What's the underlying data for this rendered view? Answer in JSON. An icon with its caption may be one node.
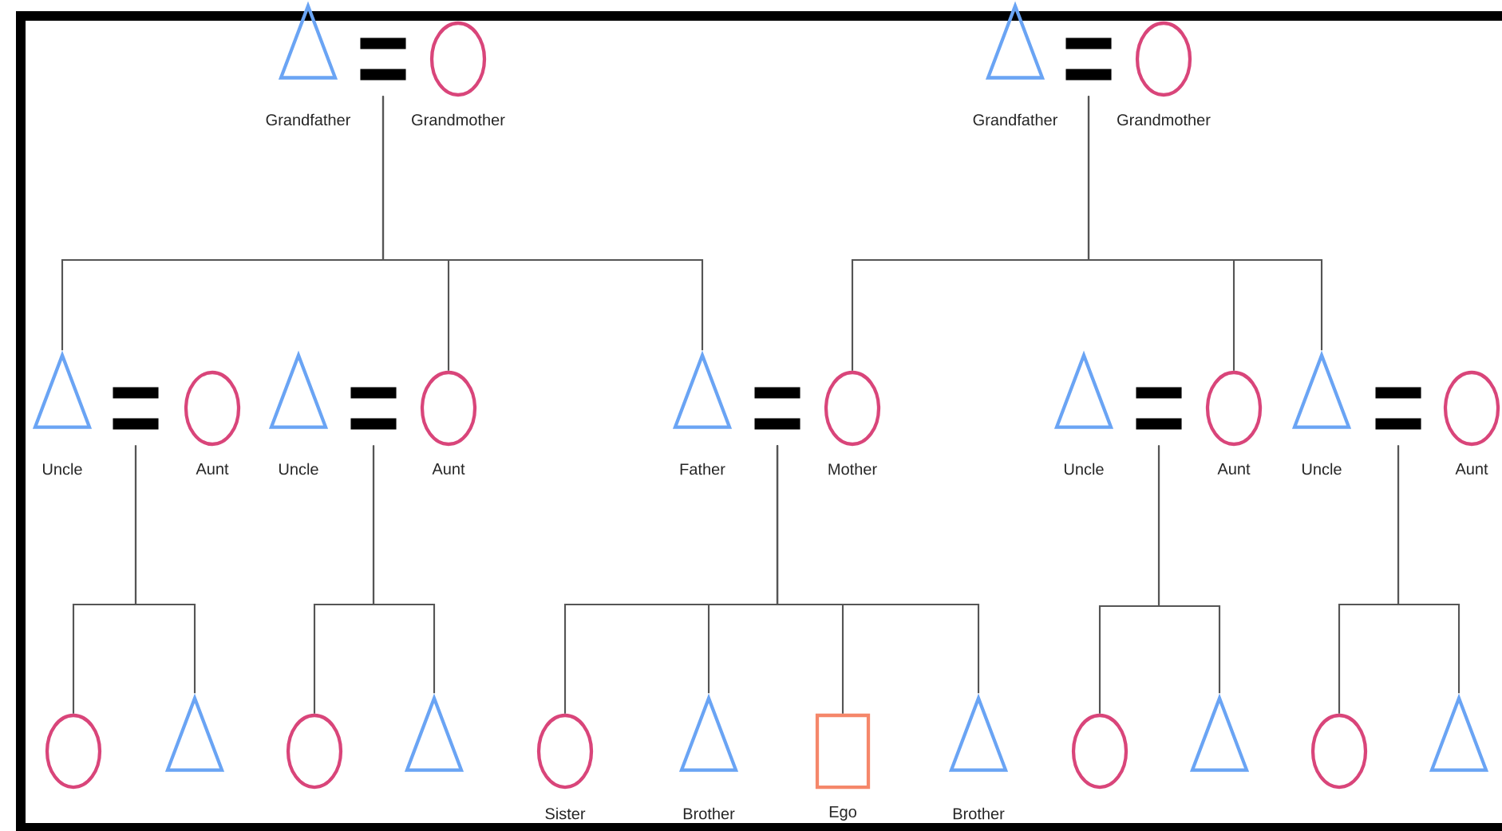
{
  "diagram": {
    "nodes": [
      {
        "text": [],
        "shape": "triangle",
        "beside": [
          "Grandfather"
        ]
      },
      {
        "text": [],
        "shape": "equals"
      },
      {
        "text": [],
        "shape": "circle",
        "beside": [
          "Grandmother"
        ]
      },
      {
        "text": [],
        "shape": "triangle",
        "beside": [
          "Grandfather"
        ]
      },
      {
        "text": [],
        "shape": "equals"
      },
      {
        "text": [],
        "shape": "circle",
        "beside": [
          "Grandmother"
        ]
      },
      {
        "text": [],
        "shape": "triangle",
        "beside": [
          "Uncle"
        ]
      },
      {
        "text": [],
        "shape": "equals"
      },
      {
        "text": [],
        "shape": "circle",
        "beside": [
          "Aunt"
        ]
      },
      {
        "text": [],
        "shape": "triangle",
        "beside": [
          "Uncle"
        ]
      },
      {
        "text": [],
        "shape": "equals"
      },
      {
        "text": [],
        "shape": "circle",
        "beside": [
          "Aunt"
        ]
      },
      {
        "text": [],
        "shape": "triangle",
        "beside": [
          "Father"
        ]
      },
      {
        "text": [],
        "shape": "equals"
      },
      {
        "text": [],
        "shape": "circle",
        "beside": [
          "Mother"
        ]
      },
      {
        "text": [],
        "shape": "triangle",
        "beside": [
          "Uncle"
        ]
      },
      {
        "text": [],
        "shape": "equals"
      },
      {
        "text": [],
        "shape": "circle",
        "beside": [
          "Aunt"
        ]
      },
      {
        "text": [],
        "shape": "triangle",
        "beside": [
          "Uncle"
        ]
      },
      {
        "text": [],
        "shape": "equals"
      },
      {
        "text": [],
        "shape": "circle",
        "beside": [
          "Aunt"
        ]
      },
      {
        "text": [],
        "shape": "circle"
      },
      {
        "text": [],
        "shape": "triangle"
      },
      {
        "text": [],
        "shape": "circle"
      },
      {
        "text": [],
        "shape": "triangle"
      },
      {
        "text": [],
        "shape": "circle",
        "beside": [
          "Sister"
        ]
      },
      {
        "text": [],
        "shape": "triangle",
        "beside": [
          "Brother"
        ]
      },
      {
        "text": [],
        "shape": "box",
        "beside": [
          "Ego"
        ]
      },
      {
        "text": [],
        "shape": "triangle",
        "beside": [
          "Brother"
        ]
      },
      {
        "text": [],
        "shape": "circle"
      },
      {
        "text": [],
        "shape": "triangle"
      },
      {
        "text": [],
        "shape": "circle"
      },
      {
        "text": [],
        "shape": "triangle"
      }
    ],
    "edges": [
      {
        "from": 1,
        "to": 6,
        "arrow": "none"
      },
      {
        "from": 1,
        "to": 11,
        "arrow": "none"
      },
      {
        "from": 1,
        "to": 12,
        "arrow": "none"
      },
      {
        "from": 4,
        "to": 14,
        "arrow": "none"
      },
      {
        "from": 4,
        "to": 17,
        "arrow": "none"
      },
      {
        "from": 4,
        "to": 18,
        "arrow": "none"
      },
      {
        "from": 7,
        "to": 21,
        "arrow": "none"
      },
      {
        "from": 7,
        "to": 22,
        "arrow": "none"
      },
      {
        "from": 10,
        "to": 23,
        "arrow": "none"
      },
      {
        "from": 10,
        "to": 24,
        "arrow": "none"
      },
      {
        "from": 13,
        "to": 25,
        "arrow": "none"
      },
      {
        "from": 13,
        "to": 26,
        "arrow": "none"
      },
      {
        "from": 13,
        "to": 27,
        "arrow": "none"
      },
      {
        "from": 13,
        "to": 28,
        "arrow": "none"
      },
      {
        "from": 16,
        "to": 29,
        "arrow": "none"
      },
      {
        "from": 16,
        "to": 30,
        "arrow": "none"
      },
      {
        "from": 19,
        "to": 31,
        "arrow": "none"
      },
      {
        "from": 19,
        "to": 32,
        "arrow": "none"
      }
    ]
  }
}
